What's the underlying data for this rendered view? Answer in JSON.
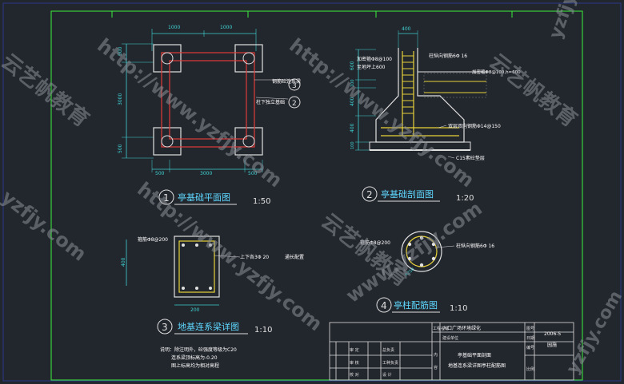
{
  "colors": {
    "background": "#22262d",
    "frame": "#2c3a8c",
    "border": "#3df03d",
    "rebar": "#e8d23a",
    "wall": "#e0e0e0",
    "dimension": "#3fd3d3",
    "title_text": "#5fd8ff",
    "note_text": "#ffffff",
    "watermark": "#8a8f98"
  },
  "watermarks": {
    "url_long": "http://www.yzfjy.com",
    "url_short": "www.yzfjy.com",
    "url_domain": "yzfjy.com",
    "brand": "云艺帆教育"
  },
  "plan": {
    "title_num": "1",
    "title": "亭基础平面图",
    "scale": "1:50",
    "dims": {
      "top": "1000",
      "left_top": "500",
      "left_mid": "3000",
      "left_bottom": "500",
      "bottom_left": "500",
      "bottom_mid": "3000",
      "bottom_right": "500"
    },
    "callout_3_text": "钢筋砼连系梁",
    "callout_3_num": "3",
    "callout_2_text": "柱下独立基础",
    "callout_2_num": "2"
  },
  "section": {
    "title_num": "2",
    "title": "亭基础剖面图",
    "scale": "1:20",
    "top_dim": "400",
    "labels": {
      "stirrup": "加密箍Φ8@100",
      "pier_elev": "至地坪上600",
      "column_rebar": "柱纵向钢筋6Φ 16",
      "stirrup_dense": "加密箍Φ8@100,h=600",
      "mesh": "双层双向钢筋Φ14@150",
      "cushion": "C15素砼垫层"
    },
    "left_dims": [
      "600",
      "100",
      "400",
      "400",
      "100"
    ]
  },
  "beam": {
    "title_num": "3",
    "title": "地基连系梁详图",
    "scale": "1:10",
    "stirrup": "箍筋Φ8@200",
    "height": "400",
    "bottom": "200",
    "rebar_label": "上下各3Φ 20",
    "rebar_note": "通长配置",
    "notes": [
      "说明：除注明外，砼强度等级为C20",
      "连系梁顶标高为-0.20",
      "图上标高均为相对高程"
    ]
  },
  "column": {
    "title_num": "4",
    "title": "亭柱配筋图",
    "scale": "1:10",
    "stirrup": "箍筋Φ8@200",
    "rebar": "柱纵向钢筋6Φ 16",
    "radius": "R250"
  },
  "title_block": {
    "project_label": "工程名称",
    "project_name": "入口广场环境绿化",
    "drawing_no_label": "图号",
    "client_label": "建设单位",
    "date_label": "日期",
    "date": "2006-5",
    "sheet_label": "编号",
    "sheet_value": "园施",
    "rows": [
      "审 定",
      "审 核",
      "校 对"
    ],
    "row_right": [
      "总负责",
      "工种负责",
      "设 计"
    ],
    "content_labels": [
      "内",
      "容"
    ],
    "content_lines": [
      "亭基础平面剖面",
      "地基连系梁详图亭柱配筋图"
    ],
    "scale_label": "比例"
  }
}
